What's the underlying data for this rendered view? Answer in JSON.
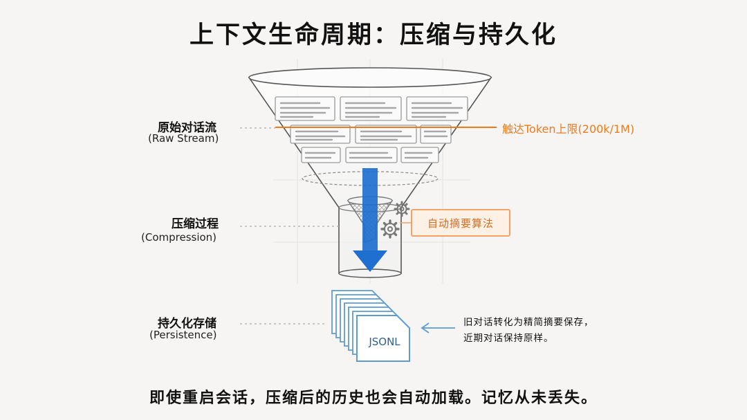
{
  "title": "上下文生命周期：压缩与持久化",
  "stages": {
    "raw": {
      "label_zh": "原始对话流",
      "label_en": "(Raw Stream)"
    },
    "compression": {
      "label_zh": "压缩过程",
      "label_en": "(Compression)"
    },
    "persistence": {
      "label_zh": "持久化存储",
      "label_en": "(Persistence)"
    }
  },
  "token_limit_label": "触达Token上限(200k/1M)",
  "algorithm_label": "自动摘要算法",
  "file_label": "JSONL",
  "note": {
    "line1": "旧对话转化为精简摘要保存，",
    "line2": "近期对话保持原样。"
  },
  "footer": "即使重启会话，压缩后的历史也会自动加载。记忆从未丢失。",
  "colors": {
    "accent_orange": "#f07a1a",
    "arrow_blue": "#1f6fd0",
    "file_blue": "#5b9bd5"
  }
}
